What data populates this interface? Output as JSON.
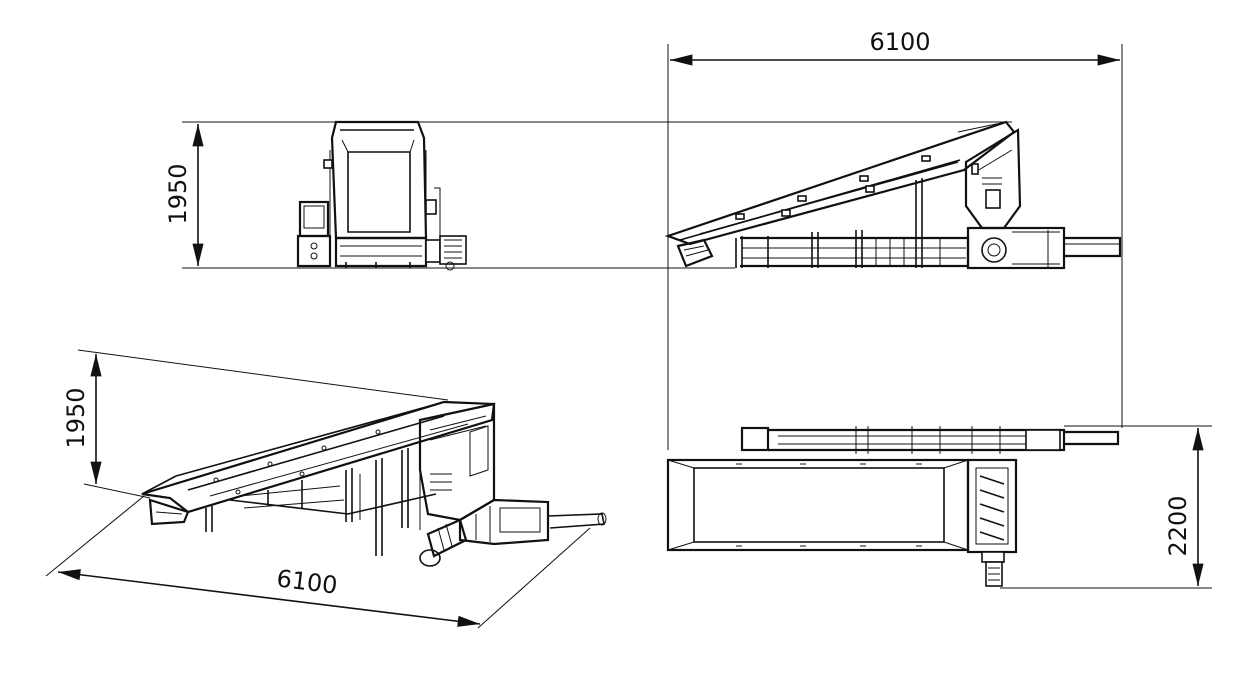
{
  "dimensions": {
    "front_height": "1950",
    "side_length": "6100",
    "top_width": "2200",
    "iso_height": "1950",
    "iso_length": "6100"
  },
  "colors": {
    "line": "#111111",
    "background": "#ffffff"
  }
}
